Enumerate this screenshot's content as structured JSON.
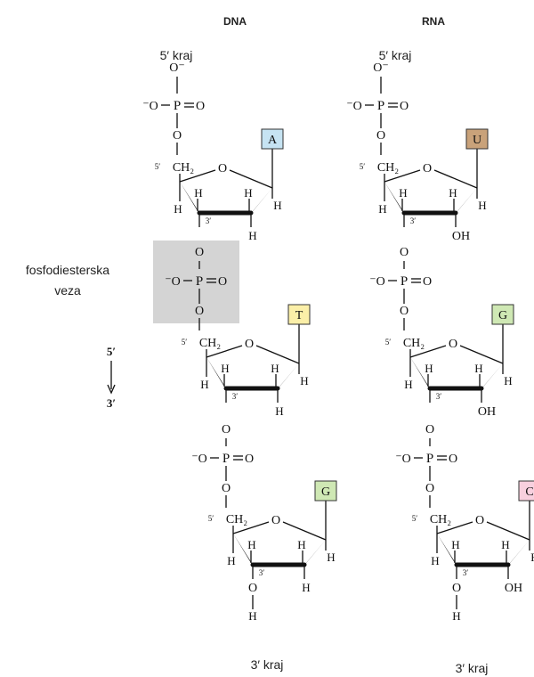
{
  "headers": {
    "dna": "DNA",
    "rna": "RNA"
  },
  "ends": {
    "dna_5": "5′ kraj",
    "rna_5": "5′ kraj",
    "dna_3": "3′ kraj",
    "rna_3": "3′ kraj"
  },
  "bond_label": {
    "line1": "fosfodiesterska",
    "line2": "veza"
  },
  "direction": {
    "top": "5′",
    "bottom": "3′"
  },
  "phosphate": {
    "o_minus": "O⁻",
    "left_o": "⁻O",
    "p": "P",
    "dbl_o": "O",
    "ester_o": "O"
  },
  "sugar": {
    "c5": "5′",
    "ch2": "CH₂",
    "ring_o": "O",
    "h": "H",
    "c3": "3′",
    "oh": "OH",
    "o": "O"
  },
  "strands": [
    {
      "name": "dna",
      "bases": [
        "A",
        "T",
        "G"
      ],
      "colors": [
        "#c6e3f2",
        "#fbefa8",
        "#cfe8b4"
      ],
      "oh2": false
    },
    {
      "name": "rna",
      "bases": [
        "U",
        "G",
        "C"
      ],
      "colors": [
        "#c9a27a",
        "#cfe8b4",
        "#f8d0de"
      ],
      "oh2": true
    }
  ],
  "highlight_color": "#d4d4d4"
}
